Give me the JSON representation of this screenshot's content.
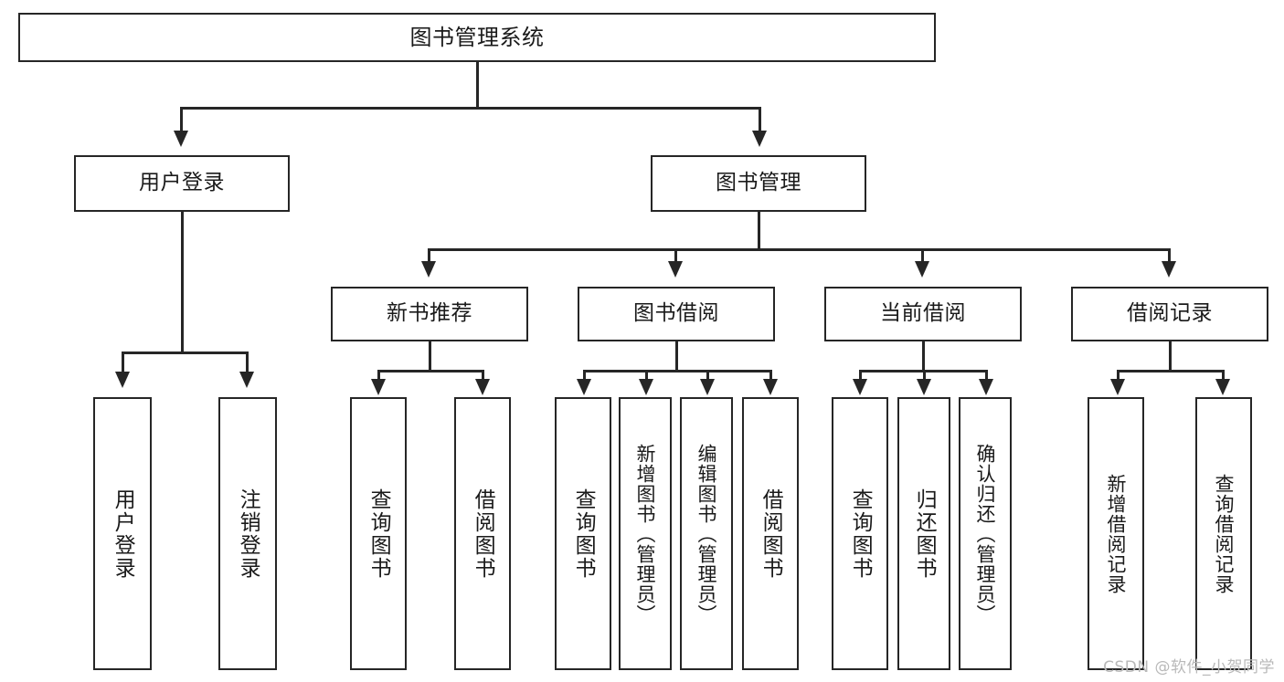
{
  "diagram": {
    "title": "图书管理系统",
    "type": "tree",
    "watermark": "CSDN @软件_小贺同学",
    "colors": {
      "stroke": "#262626",
      "fill": "#ffffff",
      "text": "#1a1a1a",
      "watermark": "#b9b9b9"
    },
    "levels": {
      "root": "图书管理系统",
      "level2": [
        "用户登录",
        "图书管理"
      ],
      "level3": [
        "新书推荐",
        "图书借阅",
        "当前借阅",
        "借阅记录"
      ]
    },
    "nodes": {
      "root": {
        "label": "图书管理系统"
      },
      "user_login": {
        "label": "用户登录"
      },
      "book_manage": {
        "label": "图书管理"
      },
      "new_book_rec": {
        "label": "新书推荐"
      },
      "book_borrow": {
        "label": "图书借阅"
      },
      "current_borrow": {
        "label": "当前借阅"
      },
      "borrow_record": {
        "label": "借阅记录"
      },
      "leaf_user_login": {
        "label": "用户登录"
      },
      "leaf_user_logout": {
        "label": "注销登录"
      },
      "leaf_rec_query": {
        "label": "查询图书"
      },
      "leaf_rec_borrow": {
        "label": "借阅图书"
      },
      "leaf_borrow_query": {
        "label": "查询图书"
      },
      "leaf_borrow_add": {
        "label": "新增图书（管理员）"
      },
      "leaf_borrow_edit": {
        "label": "编辑图书（管理员）"
      },
      "leaf_borrow_do": {
        "label": "借阅图书"
      },
      "leaf_cur_query": {
        "label": "查询图书"
      },
      "leaf_cur_return": {
        "label": "归还图书"
      },
      "leaf_cur_confirm": {
        "label": "确认归还（管理员）"
      },
      "leaf_rec_add": {
        "label": "新增借阅记录"
      },
      "leaf_rec_query_record": {
        "label": "查询借阅记录"
      }
    }
  }
}
